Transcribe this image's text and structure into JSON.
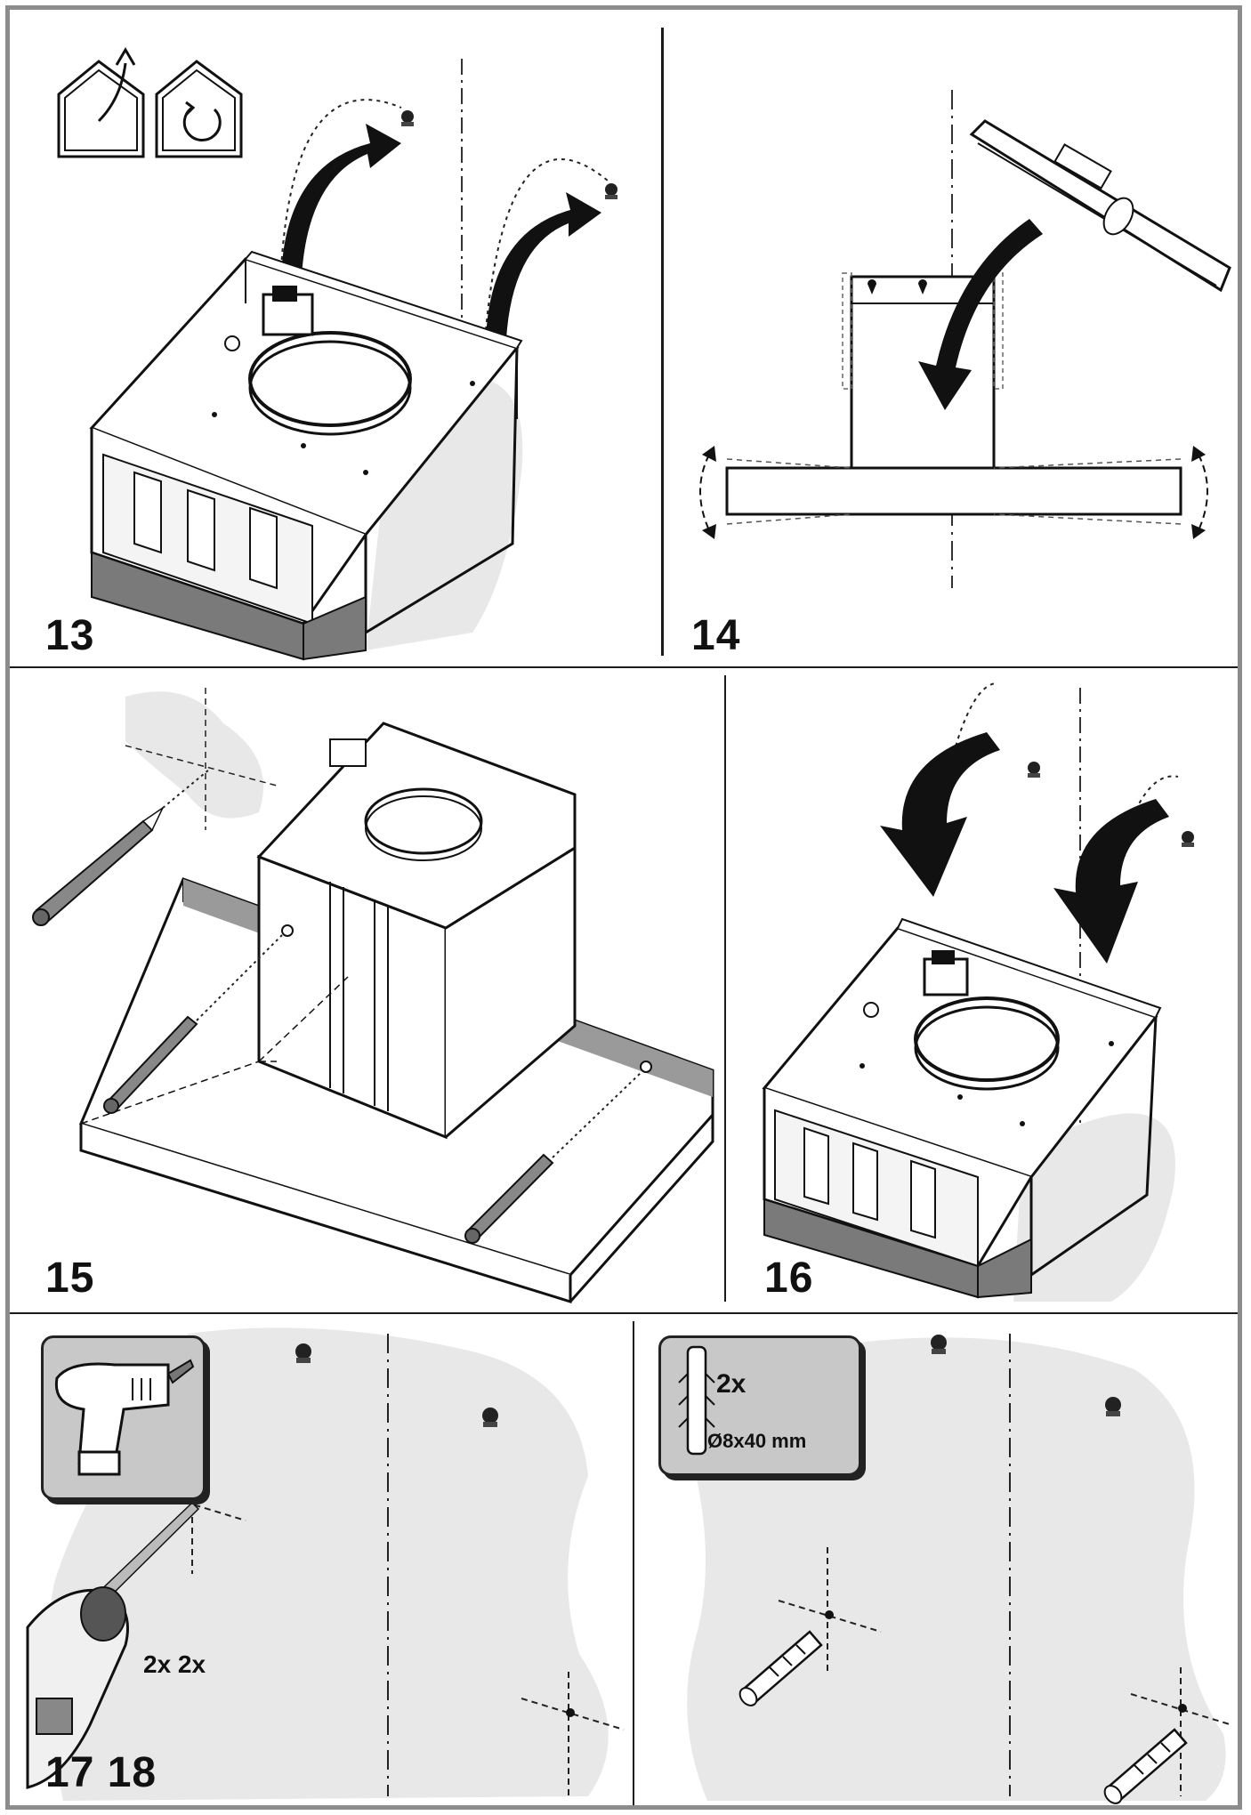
{
  "steps": {
    "s13": "13",
    "s14": "14",
    "s15": "15",
    "s16": "16",
    "s17_18": "17 18"
  },
  "panel17": {
    "qty": "2x 2x"
  },
  "panel18": {
    "qty": "2x",
    "spec": "Ø8x40 mm"
  },
  "colors": {
    "frame": "#8c8c8c",
    "wall": "#e8e8e8",
    "line": "#111111",
    "strip": "#8f8f8f",
    "iconbox": "#c8c8c8"
  },
  "icons": [
    "house-exhaust-icon",
    "house-recirculation-icon",
    "screw-icon",
    "spirit-level-icon",
    "pencil-icon",
    "drill-icon",
    "wall-plug-icon"
  ]
}
